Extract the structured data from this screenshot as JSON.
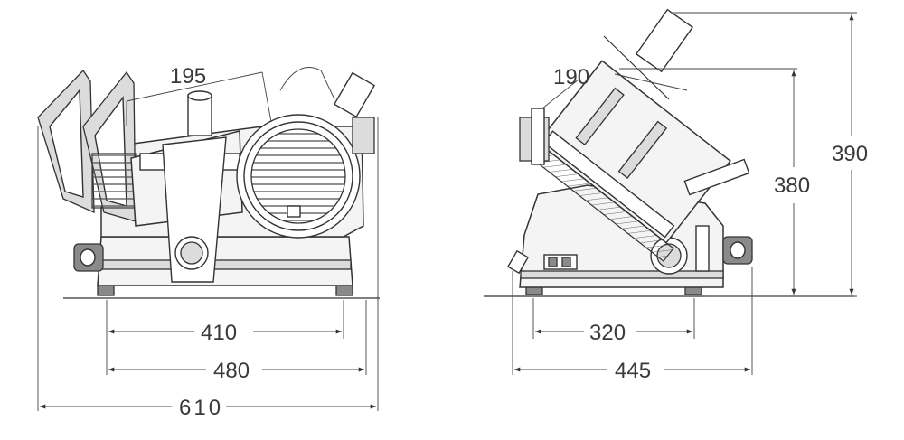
{
  "front_view": {
    "dim_blade_top": "195",
    "dim_feet": "410",
    "dim_base": "480",
    "dim_overall_width": "610"
  },
  "side_view": {
    "dim_carriage": "190",
    "dim_height_380": "380",
    "dim_height_390": "390",
    "dim_feet": "320",
    "dim_overall_depth": "445"
  }
}
